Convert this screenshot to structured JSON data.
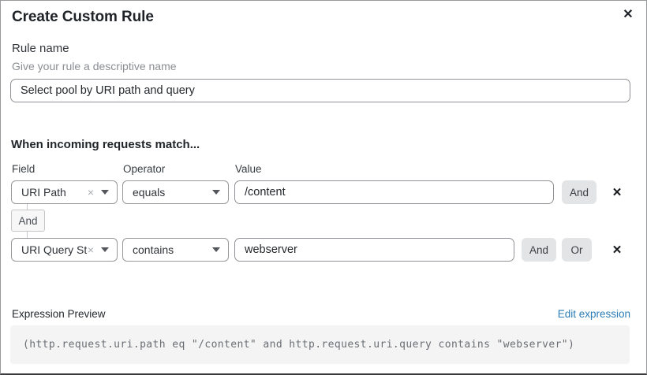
{
  "dialog": {
    "title": "Create Custom Rule"
  },
  "icons": {
    "close": "✕",
    "remove_condition": "✕",
    "clear_selection": "×"
  },
  "rule_name": {
    "label": "Rule name",
    "helper": "Give your rule a descriptive name",
    "value": "Select pool by URI path and query"
  },
  "matcher": {
    "heading": "When incoming requests match...",
    "columns": {
      "field": "Field",
      "operator": "Operator",
      "value": "Value"
    },
    "rows": [
      {
        "field": "URI Path",
        "operator": "equals",
        "value": "/content",
        "buttons": [
          "And"
        ]
      },
      {
        "field": "URI Query St...",
        "operator": "contains",
        "value": "webserver",
        "buttons": [
          "And",
          "Or"
        ]
      }
    ],
    "join_badge": "And"
  },
  "expression": {
    "label": "Expression Preview",
    "edit_link": "Edit expression",
    "code": "(http.request.uri.path eq \"/content\" and http.request.uri.query contains \"webserver\")"
  },
  "colors": {
    "link_blue": "#2b7cb6",
    "button_gray": "#e3e4e5",
    "border_gray": "#96989c",
    "code_bg": "#f4f4f5",
    "helper_text": "#8a8e93"
  }
}
